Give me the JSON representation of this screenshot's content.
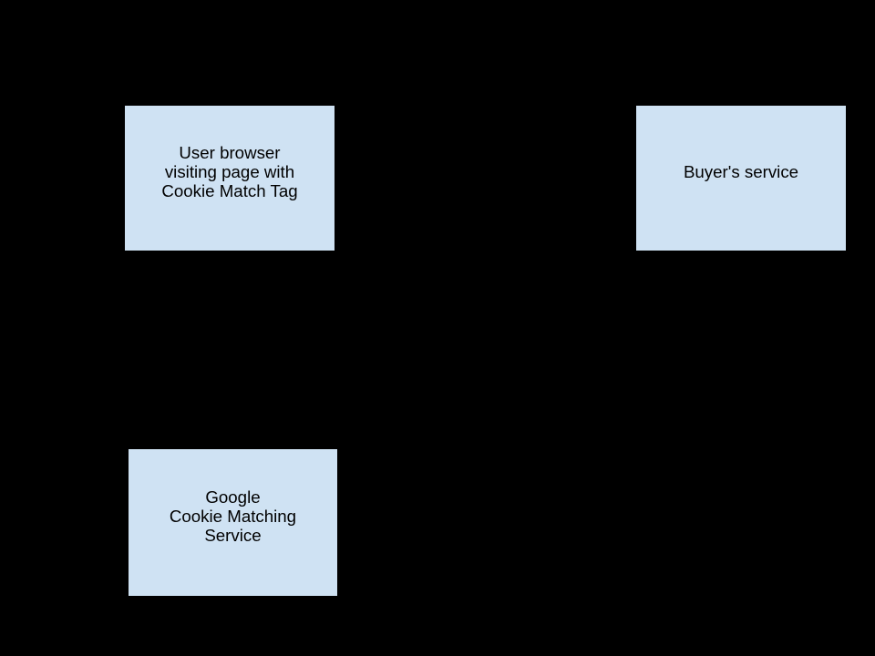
{
  "diagram": {
    "colors": {
      "background": "#000000",
      "node_fill": "#cfe2f3",
      "node_border": "#000000",
      "node_text_color": "#000000"
    },
    "nodes": [
      {
        "id": "user-browser",
        "label": "User browser\nvisiting page with\nCookie Match Tag"
      },
      {
        "id": "buyers-service",
        "label": "Buyer's service"
      },
      {
        "id": "google-cookie-matching",
        "label": "Google\nCookie Matching\nService"
      }
    ]
  }
}
